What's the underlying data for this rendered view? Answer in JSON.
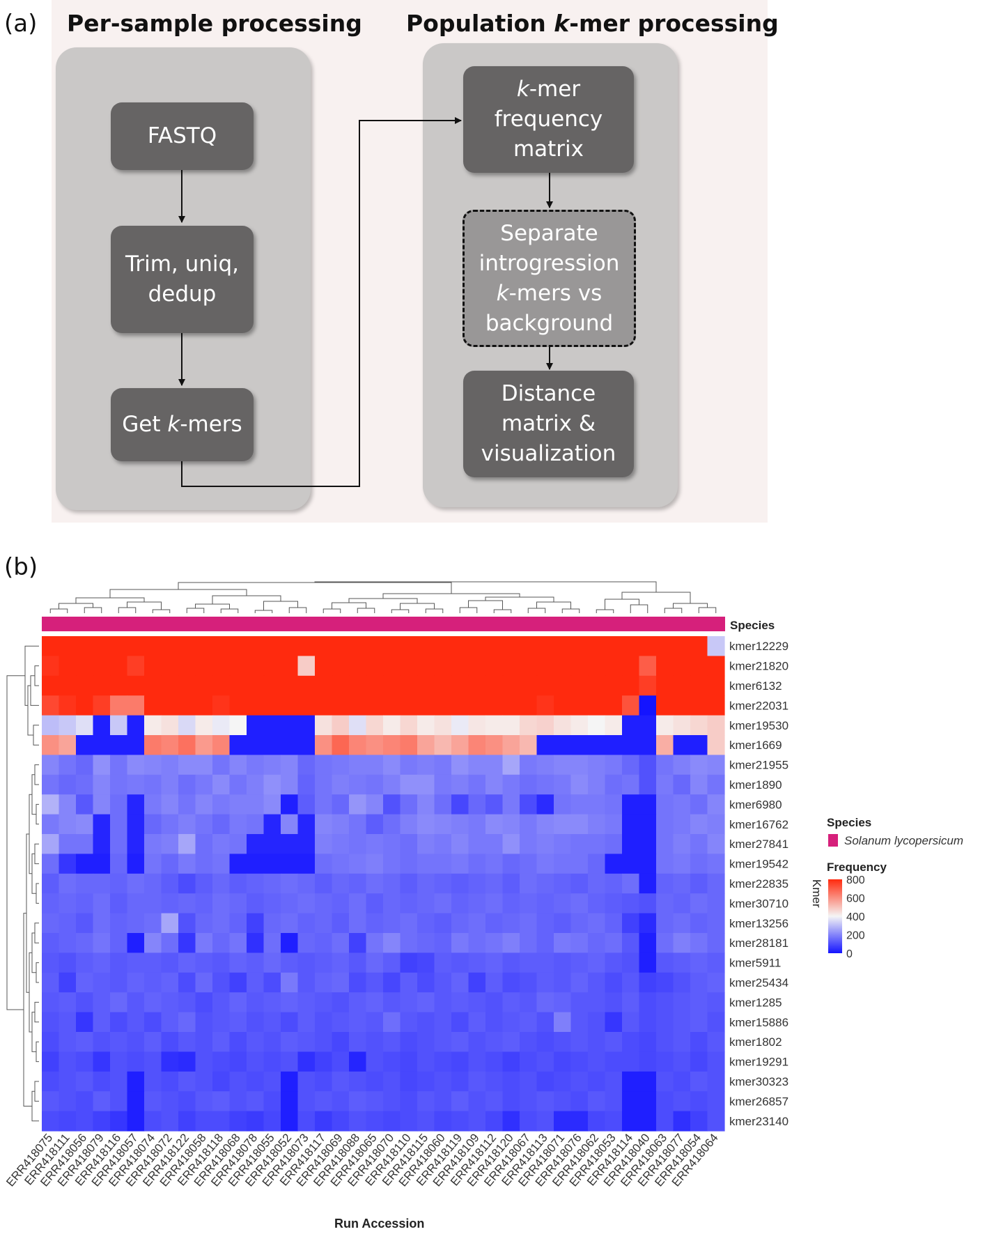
{
  "panel_a": {
    "letter": "(a)",
    "left_title": "Per-sample processing",
    "right_title_pre": "Population ",
    "right_title_k": "k",
    "right_title_post": "-mer processing",
    "box_fastq": "FASTQ",
    "box_trim_line1": "Trim, uniq,",
    "box_trim_line2": "dedup",
    "box_getkmers_pre": "Get ",
    "box_getkmers_k": "k",
    "box_getkmers_post": "-mers",
    "box_matrix_k": "k",
    "box_matrix_line1_post": "-mer",
    "box_matrix_line2": "frequency",
    "box_matrix_line3": "matrix",
    "box_separate_line1": "Separate",
    "box_separate_line2": "introgression",
    "box_separate_line3_k": "k",
    "box_separate_line3_post": "-mers vs",
    "box_separate_line4": "background",
    "box_distance_line1": "Distance",
    "box_distance_line2": "matrix &",
    "box_distance_line3": "visualization"
  },
  "panel_b": {
    "letter": "(b)",
    "annotation_label": "Species",
    "y_axis_label": "Kmer",
    "x_axis_label": "Run Accession",
    "legend_species_title": "Species",
    "legend_species_item": "Solanum lycopersicum",
    "legend_freq_title": "Frequency",
    "species_color": "#d6207b",
    "low_color": "#1414ff",
    "mid_color": "#f5f5f5",
    "high_color": "#ff2a0e"
  },
  "chart_data": {
    "type": "heatmap",
    "rows": [
      "kmer12229",
      "kmer21820",
      "kmer6132",
      "kmer22031",
      "kmer19530",
      "kmer1669",
      "kmer21955",
      "kmer1890",
      "kmer6980",
      "kmer16762",
      "kmer27841",
      "kmer19542",
      "kmer22835",
      "kmer30710",
      "kmer13256",
      "kmer28181",
      "kmer5911",
      "kmer25434",
      "kmer1285",
      "kmer15886",
      "kmer1802",
      "kmer19291",
      "kmer30323",
      "kmer26857",
      "kmer23140"
    ],
    "columns": [
      "ERR418075",
      "ERR418111",
      "ERR418056",
      "ERR418079",
      "ERR418116",
      "ERR418057",
      "ERR418074",
      "ERR418072",
      "ERR418122",
      "ERR418058",
      "ERR418118",
      "ERR418068",
      "ERR418078",
      "ERR418055",
      "ERR418052",
      "ERR418073",
      "ERR418117",
      "ERR418069",
      "ERR418088",
      "ERR418065",
      "ERR418070",
      "ERR418110",
      "ERR418115",
      "ERR418060",
      "ERR418119",
      "ERR418109",
      "ERR418112",
      "ERR418120",
      "ERR418067",
      "ERR418113",
      "ERR418071",
      "ERR418076",
      "ERR418062",
      "ERR418053",
      "ERR418114",
      "ERR418040",
      "ERR418063",
      "ERR418077",
      "ERR418054",
      "ERR418064"
    ],
    "legend_ticks": [
      800,
      600,
      400,
      200,
      0
    ],
    "scale_range": [
      0,
      800
    ],
    "values": [
      [
        800,
        800,
        800,
        800,
        800,
        800,
        800,
        800,
        800,
        800,
        800,
        800,
        800,
        800,
        800,
        800,
        800,
        800,
        800,
        800,
        800,
        800,
        800,
        800,
        800,
        800,
        800,
        800,
        800,
        800,
        800,
        800,
        800,
        800,
        800,
        800,
        800,
        800,
        800,
        320
      ],
      [
        780,
        800,
        800,
        800,
        800,
        760,
        800,
        800,
        800,
        800,
        800,
        800,
        800,
        800,
        800,
        480,
        800,
        800,
        800,
        800,
        800,
        800,
        800,
        800,
        800,
        800,
        800,
        800,
        800,
        800,
        800,
        800,
        800,
        800,
        800,
        700,
        800,
        800,
        800,
        800
      ],
      [
        800,
        800,
        800,
        800,
        800,
        800,
        800,
        800,
        800,
        800,
        800,
        800,
        800,
        800,
        800,
        800,
        800,
        800,
        800,
        800,
        800,
        800,
        800,
        800,
        800,
        800,
        800,
        800,
        800,
        800,
        800,
        800,
        800,
        800,
        800,
        760,
        800,
        800,
        800,
        800
      ],
      [
        740,
        780,
        800,
        760,
        640,
        640,
        800,
        800,
        800,
        800,
        780,
        800,
        800,
        800,
        800,
        800,
        800,
        800,
        800,
        800,
        800,
        800,
        800,
        800,
        800,
        800,
        800,
        800,
        800,
        780,
        800,
        800,
        800,
        800,
        720,
        0,
        800,
        800,
        800,
        800
      ],
      [
        300,
        320,
        360,
        20,
        320,
        20,
        420,
        440,
        350,
        420,
        380,
        400,
        20,
        20,
        20,
        20,
        440,
        480,
        360,
        460,
        420,
        460,
        420,
        440,
        380,
        430,
        420,
        420,
        460,
        470,
        440,
        420,
        400,
        420,
        20,
        20,
        420,
        440,
        460,
        480
      ],
      [
        600,
        560,
        20,
        20,
        20,
        20,
        640,
        620,
        660,
        580,
        620,
        20,
        20,
        20,
        20,
        20,
        600,
        680,
        620,
        600,
        620,
        640,
        560,
        520,
        560,
        620,
        600,
        560,
        520,
        20,
        20,
        20,
        20,
        20,
        20,
        20,
        540,
        20,
        20,
        480
      ],
      [
        200,
        170,
        150,
        220,
        170,
        210,
        200,
        190,
        210,
        210,
        170,
        200,
        180,
        190,
        200,
        150,
        170,
        180,
        190,
        190,
        210,
        180,
        190,
        180,
        220,
        200,
        200,
        260,
        180,
        190,
        200,
        200,
        190,
        180,
        150,
        110,
        170,
        190,
        210,
        200
      ],
      [
        170,
        150,
        160,
        200,
        170,
        180,
        170,
        190,
        160,
        180,
        210,
        170,
        190,
        220,
        200,
        140,
        170,
        190,
        180,
        170,
        190,
        220,
        220,
        180,
        190,
        170,
        200,
        180,
        160,
        170,
        180,
        210,
        190,
        160,
        170,
        110,
        180,
        150,
        200,
        170
      ],
      [
        280,
        200,
        120,
        200,
        160,
        30,
        180,
        200,
        170,
        200,
        180,
        190,
        190,
        210,
        20,
        130,
        170,
        150,
        230,
        200,
        110,
        160,
        200,
        160,
        90,
        150,
        120,
        180,
        100,
        40,
        170,
        180,
        180,
        170,
        20,
        20,
        170,
        180,
        160,
        200
      ],
      [
        180,
        200,
        210,
        30,
        160,
        30,
        150,
        170,
        190,
        170,
        150,
        180,
        170,
        30,
        200,
        30,
        200,
        190,
        170,
        130,
        160,
        190,
        210,
        200,
        190,
        180,
        210,
        200,
        180,
        200,
        210,
        210,
        190,
        180,
        20,
        20,
        170,
        180,
        200,
        190
      ],
      [
        260,
        170,
        170,
        30,
        160,
        30,
        180,
        190,
        260,
        160,
        180,
        170,
        30,
        30,
        30,
        30,
        190,
        180,
        170,
        180,
        170,
        160,
        190,
        180,
        200,
        180,
        180,
        220,
        180,
        190,
        180,
        170,
        170,
        160,
        20,
        20,
        170,
        190,
        170,
        200
      ],
      [
        160,
        60,
        20,
        20,
        150,
        20,
        170,
        150,
        180,
        160,
        170,
        20,
        20,
        20,
        20,
        20,
        160,
        170,
        180,
        190,
        170,
        160,
        170,
        170,
        180,
        160,
        170,
        150,
        160,
        180,
        170,
        170,
        150,
        20,
        20,
        20,
        170,
        180,
        160,
        170
      ],
      [
        130,
        160,
        150,
        150,
        140,
        160,
        150,
        130,
        100,
        130,
        150,
        130,
        140,
        150,
        160,
        150,
        130,
        150,
        140,
        160,
        150,
        130,
        150,
        140,
        130,
        140,
        150,
        130,
        160,
        150,
        140,
        130,
        150,
        140,
        160,
        20,
        140,
        150,
        130,
        150
      ],
      [
        140,
        150,
        140,
        160,
        130,
        150,
        150,
        140,
        150,
        140,
        160,
        150,
        130,
        140,
        150,
        160,
        150,
        140,
        160,
        130,
        150,
        140,
        150,
        160,
        140,
        150,
        160,
        140,
        150,
        140,
        150,
        160,
        140,
        130,
        120,
        110,
        150,
        140,
        160,
        150
      ],
      [
        150,
        140,
        120,
        160,
        140,
        150,
        160,
        260,
        110,
        150,
        160,
        140,
        80,
        150,
        160,
        140,
        150,
        130,
        160,
        140,
        150,
        160,
        140,
        130,
        150,
        160,
        140,
        150,
        160,
        140,
        130,
        150,
        160,
        140,
        80,
        40,
        150,
        160,
        140,
        150
      ],
      [
        130,
        140,
        150,
        170,
        140,
        20,
        200,
        160,
        60,
        180,
        150,
        170,
        50,
        160,
        20,
        150,
        140,
        160,
        80,
        170,
        200,
        160,
        150,
        140,
        180,
        160,
        170,
        190,
        160,
        140,
        180,
        170,
        150,
        160,
        120,
        20,
        160,
        190,
        170,
        150
      ],
      [
        120,
        110,
        130,
        140,
        120,
        130,
        130,
        120,
        140,
        130,
        120,
        140,
        130,
        150,
        130,
        120,
        130,
        140,
        120,
        150,
        130,
        80,
        90,
        130,
        120,
        130,
        140,
        120,
        130,
        130,
        120,
        130,
        140,
        120,
        110,
        20,
        120,
        130,
        140,
        130
      ],
      [
        130,
        80,
        140,
        130,
        120,
        140,
        130,
        140,
        100,
        150,
        110,
        80,
        130,
        100,
        180,
        120,
        140,
        150,
        100,
        120,
        90,
        130,
        100,
        120,
        140,
        80,
        130,
        100,
        110,
        130,
        120,
        140,
        120,
        100,
        120,
        80,
        90,
        110,
        130,
        140
      ],
      [
        120,
        130,
        110,
        130,
        150,
        120,
        140,
        130,
        120,
        100,
        120,
        140,
        120,
        130,
        140,
        130,
        120,
        110,
        130,
        140,
        120,
        130,
        140,
        120,
        130,
        120,
        110,
        130,
        120,
        150,
        140,
        120,
        120,
        110,
        130,
        100,
        110,
        120,
        130,
        120
      ],
      [
        110,
        120,
        60,
        130,
        100,
        120,
        100,
        130,
        150,
        110,
        120,
        130,
        110,
        120,
        100,
        130,
        110,
        120,
        130,
        120,
        160,
        120,
        110,
        120,
        100,
        130,
        110,
        120,
        130,
        110,
        190,
        120,
        110,
        60,
        120,
        100,
        110,
        120,
        130,
        110
      ],
      [
        100,
        120,
        130,
        110,
        120,
        110,
        130,
        100,
        120,
        110,
        130,
        100,
        120,
        110,
        130,
        120,
        110,
        90,
        120,
        110,
        120,
        100,
        110,
        120,
        130,
        110,
        120,
        130,
        110,
        100,
        110,
        120,
        110,
        120,
        100,
        90,
        110,
        120,
        100,
        120
      ],
      [
        80,
        110,
        100,
        60,
        110,
        100,
        110,
        50,
        40,
        110,
        100,
        90,
        110,
        100,
        110,
        50,
        80,
        100,
        30,
        110,
        100,
        90,
        110,
        100,
        90,
        110,
        100,
        80,
        100,
        110,
        90,
        100,
        110,
        100,
        100,
        90,
        100,
        110,
        90,
        110
      ],
      [
        100,
        110,
        120,
        100,
        110,
        20,
        110,
        100,
        120,
        110,
        90,
        110,
        100,
        110,
        20,
        110,
        100,
        120,
        110,
        100,
        110,
        90,
        100,
        110,
        100,
        120,
        110,
        100,
        110,
        90,
        100,
        110,
        100,
        110,
        20,
        20,
        110,
        100,
        120,
        110
      ],
      [
        120,
        110,
        100,
        130,
        110,
        20,
        120,
        110,
        100,
        120,
        130,
        110,
        120,
        100,
        20,
        110,
        120,
        110,
        130,
        120,
        110,
        100,
        120,
        110,
        130,
        110,
        120,
        100,
        110,
        120,
        110,
        100,
        120,
        110,
        20,
        20,
        100,
        110,
        100,
        110
      ],
      [
        100,
        90,
        100,
        80,
        60,
        20,
        100,
        110,
        80,
        100,
        100,
        80,
        70,
        90,
        20,
        100,
        70,
        90,
        110,
        100,
        90,
        100,
        110,
        90,
        100,
        110,
        90,
        50,
        100,
        110,
        40,
        40,
        90,
        100,
        20,
        20,
        100,
        50,
        80,
        110
      ]
    ]
  }
}
